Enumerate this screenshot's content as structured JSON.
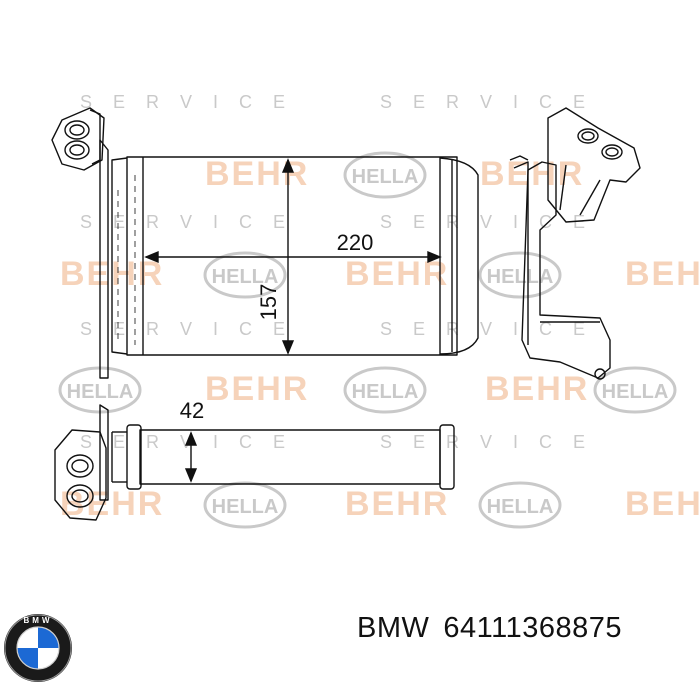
{
  "watermarks": {
    "behr": "BEHR",
    "hella": "HELLA",
    "service": "S E R V I C E",
    "behr_color": "#f6d3ba",
    "gray": "#c9c9c9"
  },
  "dimensions": {
    "length": "220",
    "height": "157",
    "depth": "42"
  },
  "caption": {
    "brand": "BMW",
    "part_number": "64111368875"
  },
  "logo": {
    "name": "bmw-roundel",
    "blue": "#1c69d4",
    "ring": "#111111"
  }
}
